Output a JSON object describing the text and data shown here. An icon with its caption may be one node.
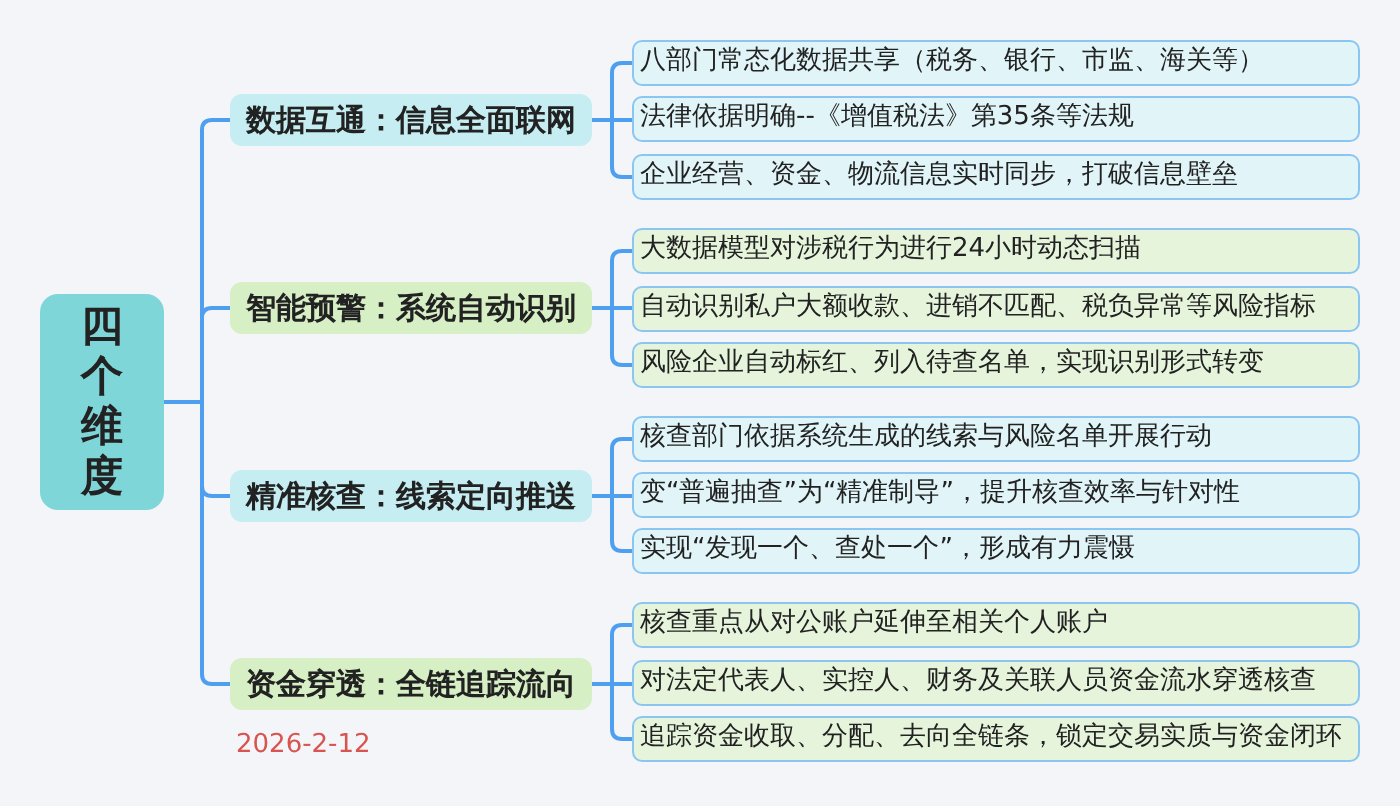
{
  "diagram": {
    "nodes": [
      {
        "text": [
          "四个维度"
        ]
      },
      {
        "text": [
          "数据互通：信息全面联网"
        ]
      },
      {
        "text": [
          "八部门常态化数据共享（税务、银行、市监、海关等）"
        ]
      },
      {
        "text": [
          "法律依据明确--《增值税法》第35条等法规"
        ]
      },
      {
        "text": [
          "企业经营、资金、物流信息实时同步，打破信息壁垒"
        ]
      },
      {
        "text": [
          "智能预警：系统自动识别"
        ]
      },
      {
        "text": [
          "大数据模型对涉税行为进行24小时动态扫描"
        ]
      },
      {
        "text": [
          "自动识别私户大额收款、进销不匹配、税负异常等风险指标"
        ]
      },
      {
        "text": [
          "风险企业自动标红、列入待查名单，实现识别形式转变"
        ]
      },
      {
        "text": [
          "精准核查：线索定向推送"
        ]
      },
      {
        "text": [
          "核查部门依据系统生成的线索与风险名单开展行动"
        ]
      },
      {
        "text": [
          "变“普遍抽查”为“精准制导”，提升核查效率与针对性"
        ]
      },
      {
        "text": [
          "实现“发现一个、查处一个”，形成有力震慑"
        ]
      },
      {
        "text": [
          "资金穿透：全链追踪流向"
        ]
      },
      {
        "text": [
          "核查重点从对公账户延伸至相关个人账户"
        ]
      },
      {
        "text": [
          "对法定代表人、实控人、财务及关联人员资金流水穿透核查"
        ]
      },
      {
        "text": [
          "追踪资金收取、分配、去向全链条，锁定交易实质与资金闭环"
        ]
      }
    ],
    "edges": [
      {
        "from": 0,
        "to": 1,
        "arrow": "none"
      },
      {
        "from": 0,
        "to": 5,
        "arrow": "none"
      },
      {
        "from": 0,
        "to": 9,
        "arrow": "none"
      },
      {
        "from": 0,
        "to": 13,
        "arrow": "none"
      },
      {
        "from": 1,
        "to": 2,
        "arrow": "none"
      },
      {
        "from": 1,
        "to": 3,
        "arrow": "none"
      },
      {
        "from": 1,
        "to": 4,
        "arrow": "none"
      },
      {
        "from": 5,
        "to": 6,
        "arrow": "none"
      },
      {
        "from": 5,
        "to": 7,
        "arrow": "none"
      },
      {
        "from": 5,
        "to": 8,
        "arrow": "none"
      },
      {
        "from": 9,
        "to": 10,
        "arrow": "none"
      },
      {
        "from": 9,
        "to": 11,
        "arrow": "none"
      },
      {
        "from": 9,
        "to": 12,
        "arrow": "none"
      },
      {
        "from": 13,
        "to": 14,
        "arrow": "none"
      },
      {
        "from": 13,
        "to": 15,
        "arrow": "none"
      },
      {
        "from": 13,
        "to": 16,
        "arrow": "none"
      }
    ],
    "labels": [
      "2026-2-12"
    ]
  }
}
